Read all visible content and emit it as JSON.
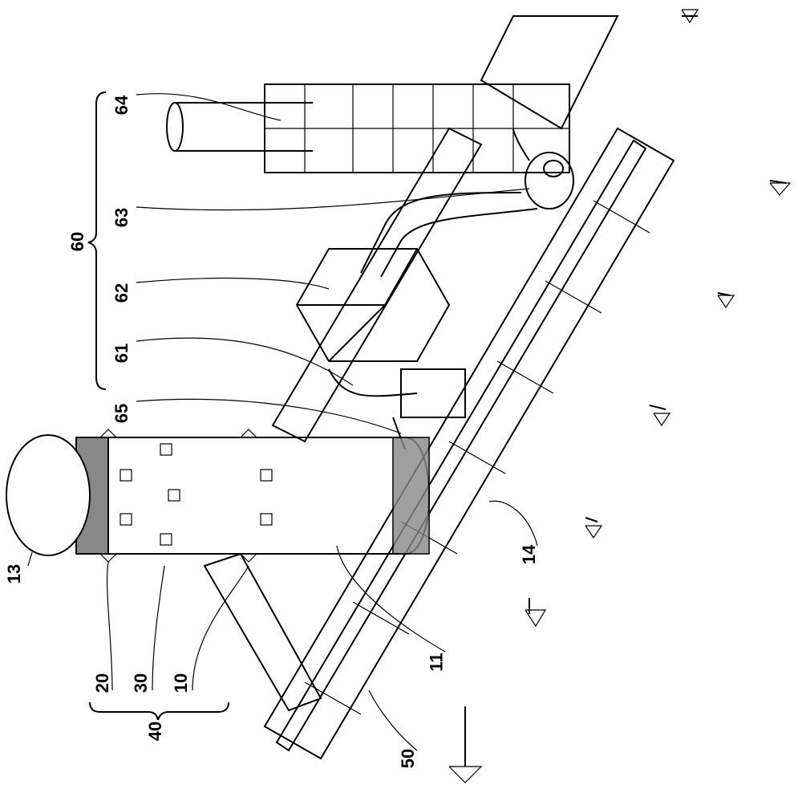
{
  "figure": {
    "labels": {
      "exhaust_stack": "64",
      "fan": "63",
      "exhaust_group": "60",
      "filter_box": "62",
      "duct": "61",
      "inlet_pipe": "65",
      "end_cap": "13",
      "unit_20": "20",
      "unit_30": "30",
      "unit_10": "10",
      "group_40": "40",
      "cylinder_body": "11",
      "platform": "50",
      "support": "14"
    }
  }
}
